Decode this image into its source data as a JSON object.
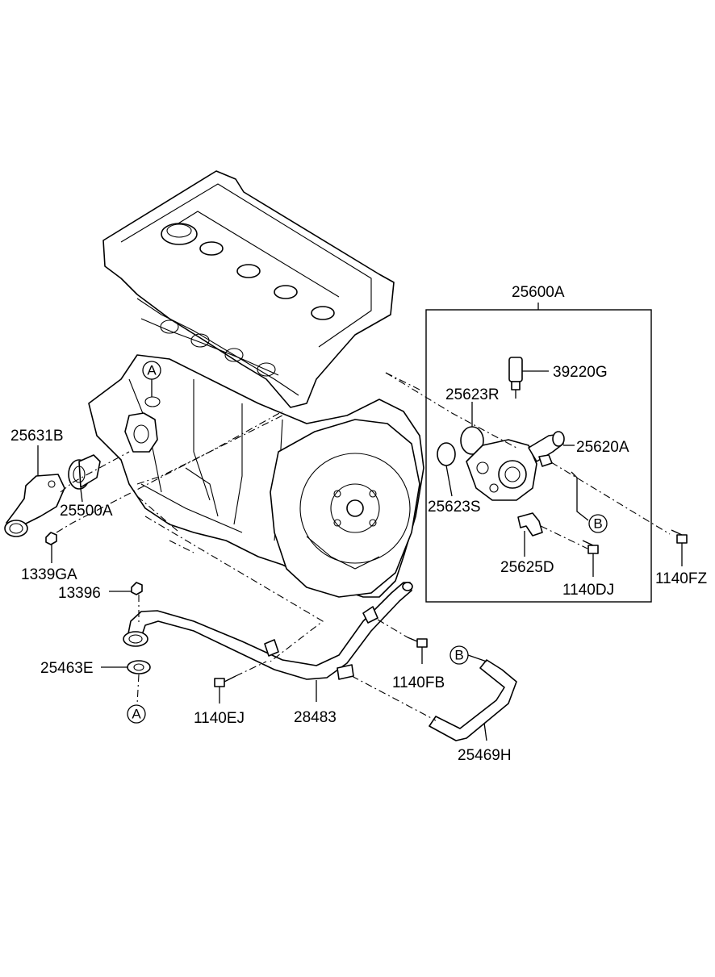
{
  "diagram": {
    "group_box_label": "25600A",
    "part_labels": {
      "p25600A": "25600A",
      "p39220G": "39220G",
      "p25623R": "25623R",
      "p25620A": "25620A",
      "p25623S": "25623S",
      "p25625D": "25625D",
      "p1140DJ": "1140DJ",
      "p1140FZ": "1140FZ",
      "p25631B": "25631B",
      "p25500A": "25500A",
      "p1339GA": "1339GA",
      "p13396": "13396",
      "p25463E": "25463E",
      "p1140EJ": "1140EJ",
      "p28483": "28483",
      "p1140FB": "1140FB",
      "p25469H": "25469H"
    },
    "reference_marks": {
      "a_engine": "A",
      "a_bottom": "A",
      "b_housing": "B",
      "b_hose": "B"
    }
  }
}
